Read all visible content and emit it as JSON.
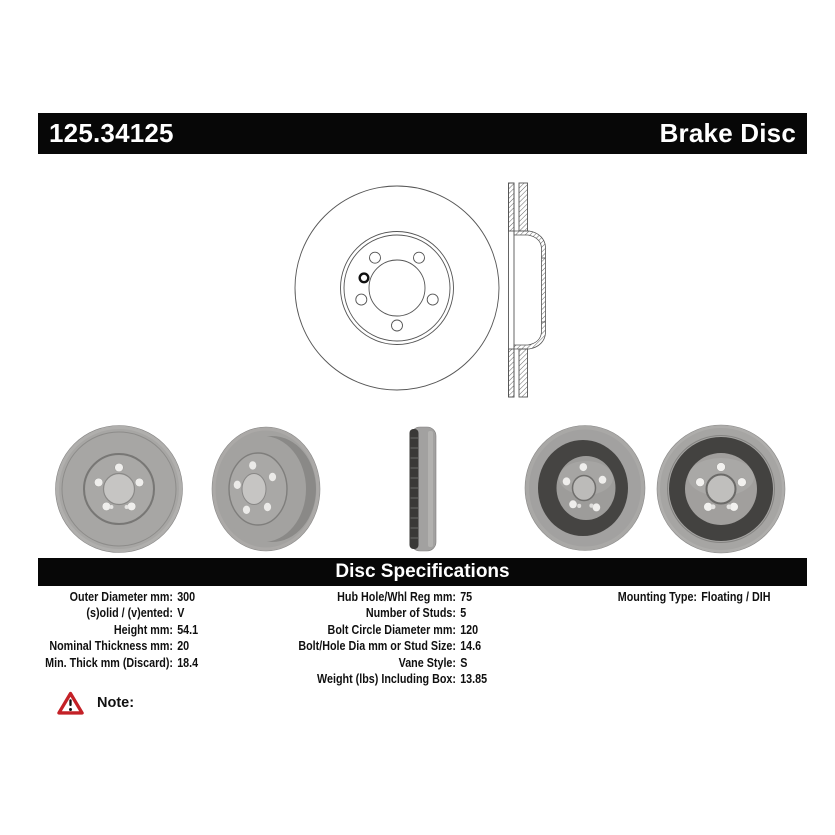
{
  "header": {
    "part_number": "125.34125",
    "product_title": "Brake Disc"
  },
  "section": {
    "specs_title": "Disc Specifications"
  },
  "specs": {
    "col1": [
      {
        "label": "Outer Diameter mm:",
        "value": "300"
      },
      {
        "label": "(s)olid / (v)ented:",
        "value": "V"
      },
      {
        "label": "Height mm:",
        "value": "54.1"
      },
      {
        "label": "Nominal Thickness mm:",
        "value": "20"
      },
      {
        "label": "Min. Thick mm (Discard):",
        "value": "18.4"
      }
    ],
    "col2": [
      {
        "label": "Hub Hole/Whl Reg mm:",
        "value": "75"
      },
      {
        "label": "Number of Studs:",
        "value": "5"
      },
      {
        "label": "Bolt Circle Diameter mm:",
        "value": "120"
      },
      {
        "label": "Bolt/Hole Dia mm or Stud Size:",
        "value": "14.6"
      },
      {
        "label": "Vane Style:",
        "value": "S"
      },
      {
        "label": "Weight (lbs) Including Box:",
        "value": "13.85"
      }
    ],
    "col3": [
      {
        "label": "Mounting Type:",
        "value": "Floating / DIH"
      }
    ]
  },
  "note": {
    "label": "Note:",
    "icon": "warning-triangle-icon"
  },
  "images": {
    "drawing_front_view": "brake disc front technical drawing",
    "drawing_cross_section": "brake disc cross-section technical drawing",
    "photo_views": [
      "front",
      "angled-front",
      "edge",
      "angled-rear",
      "rear"
    ]
  },
  "colors": {
    "bar_background": "#070707",
    "bar_text": "#ffffff",
    "warning_red": "#c42127",
    "drawing_line": "#555555",
    "disc_gray": "#a6a5a3",
    "disc_recess_dark": "#434240"
  }
}
